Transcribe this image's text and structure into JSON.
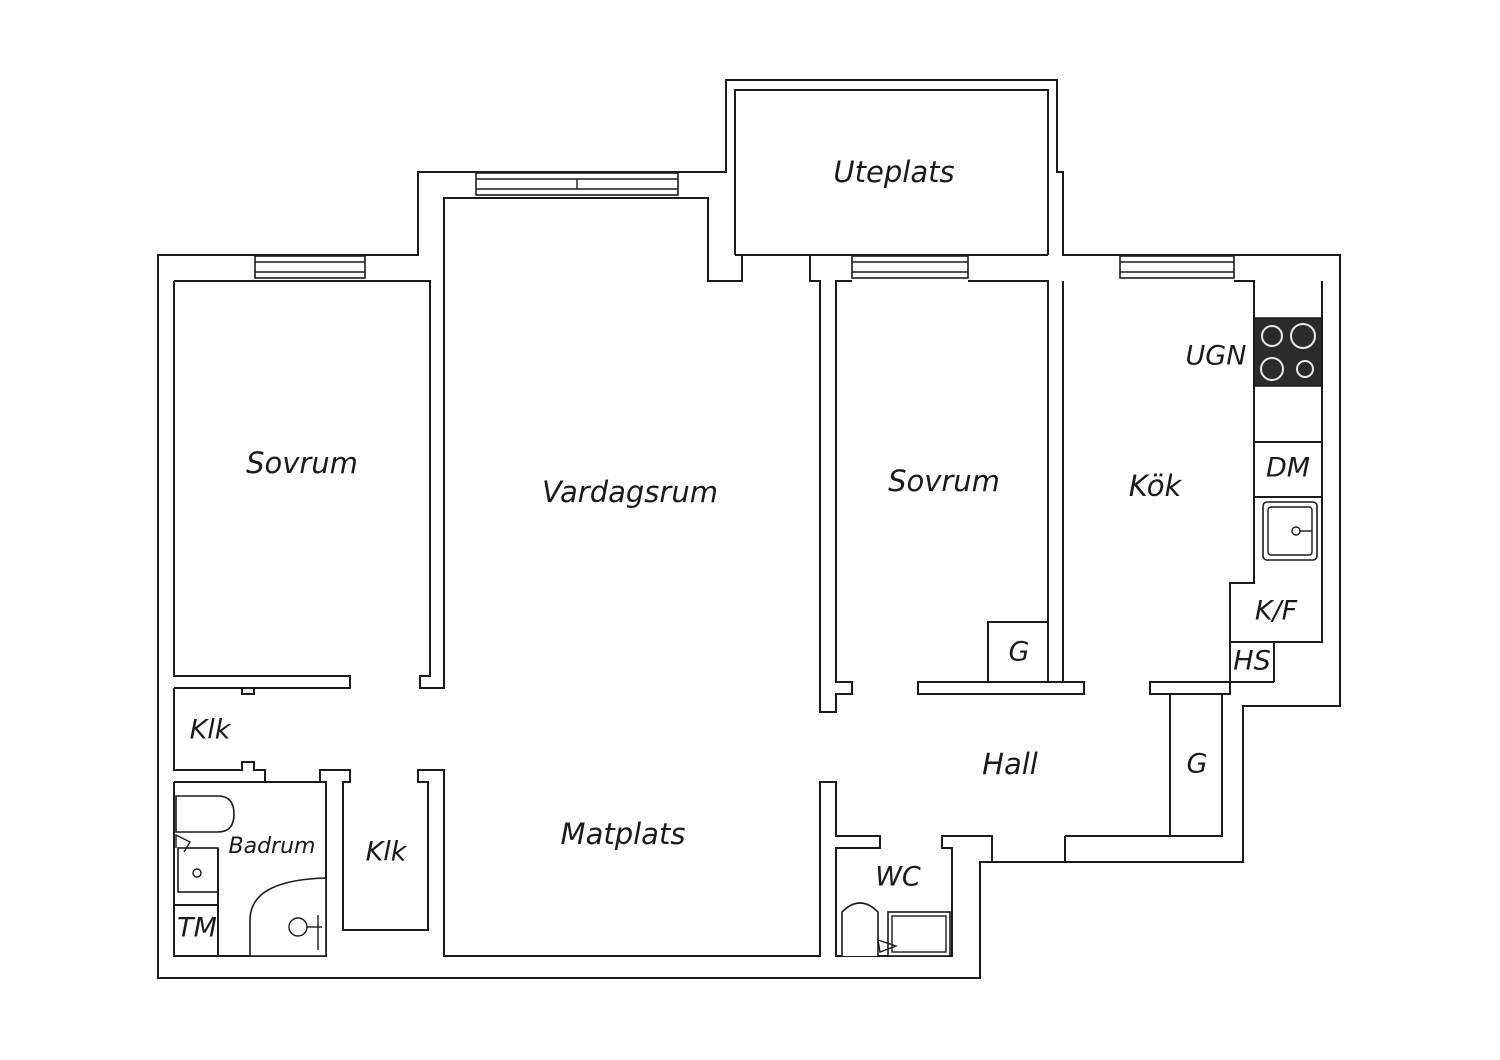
{
  "floorplan": {
    "rooms": {
      "uteplats": "Uteplats",
      "sovrum_left": "Sovrum",
      "vardagsrum": "Vardagsrum",
      "sovrum_right": "Sovrum",
      "kok": "Kök",
      "hall": "Hall",
      "matplats": "Matplats",
      "klk_left": "Klk",
      "klk_center": "Klk",
      "badrum": "Badrum",
      "wc": "WC"
    },
    "fixtures": {
      "ugn": "UGN",
      "dm": "DM",
      "kf": "K/F",
      "hs": "HS",
      "g_sovrum": "G",
      "g_hall": "G",
      "tm": "TM"
    },
    "colors": {
      "wall_line": "#1a1a1a",
      "background": "#ffffff",
      "stove_top": "#2b2b2b"
    }
  }
}
